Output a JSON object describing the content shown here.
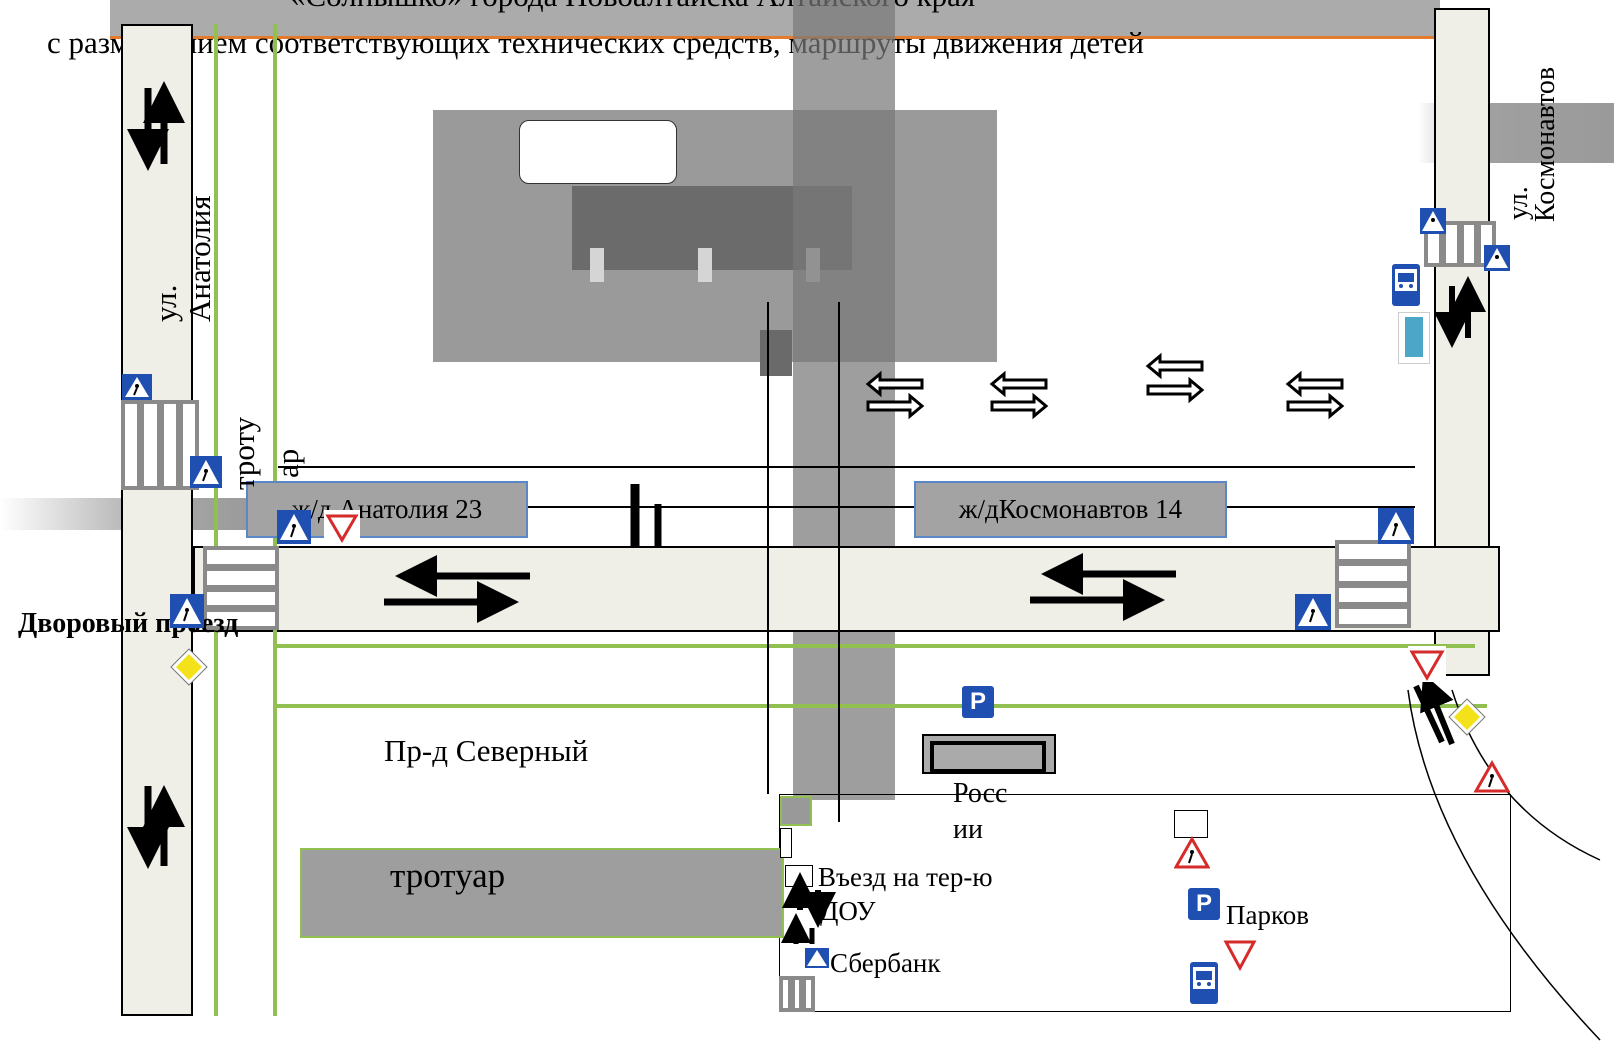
{
  "header": {
    "title_line1": "«Солнышко» города Новоалтайска Алтайского края",
    "title_line2": "с размещением соответствующих технических средств, маршруты движения детей"
  },
  "streets": {
    "anatoliya_ul": "ул.",
    "anatoliya_name": "Анатолия",
    "kosmonavtov_ul": "ул.",
    "kosmonavtov_name": "Космонавтов",
    "sidewalk_vertical_1": "троту",
    "sidewalk_vertical_2": "ар",
    "yard_passage": "Дворовый проезд",
    "severny": "Пр-д Северный",
    "sidewalk": "тротуар"
  },
  "buildings": {
    "house_anatoliya": "ж/д Анатолия 23",
    "house_kosmonavtov": "ж/дКосмонавтов 14"
  },
  "labels": {
    "rossii_1": "Росс",
    "rossii_2": "ии",
    "entrance_1": "Въезд на тер-ю",
    "entrance_2": "ДОУ",
    "sberbank": "Сбербанк",
    "parking": "Парков",
    "parking_sign_letter": "P"
  },
  "colors": {
    "road_fill": "#f0efe7",
    "sidewalk_green": "#92c050",
    "sign_blue": "#1f4fb0",
    "sign_red": "#d62b2b",
    "main_road_yellow": "#f3e21a",
    "building_grey": "#a3a3a3"
  }
}
